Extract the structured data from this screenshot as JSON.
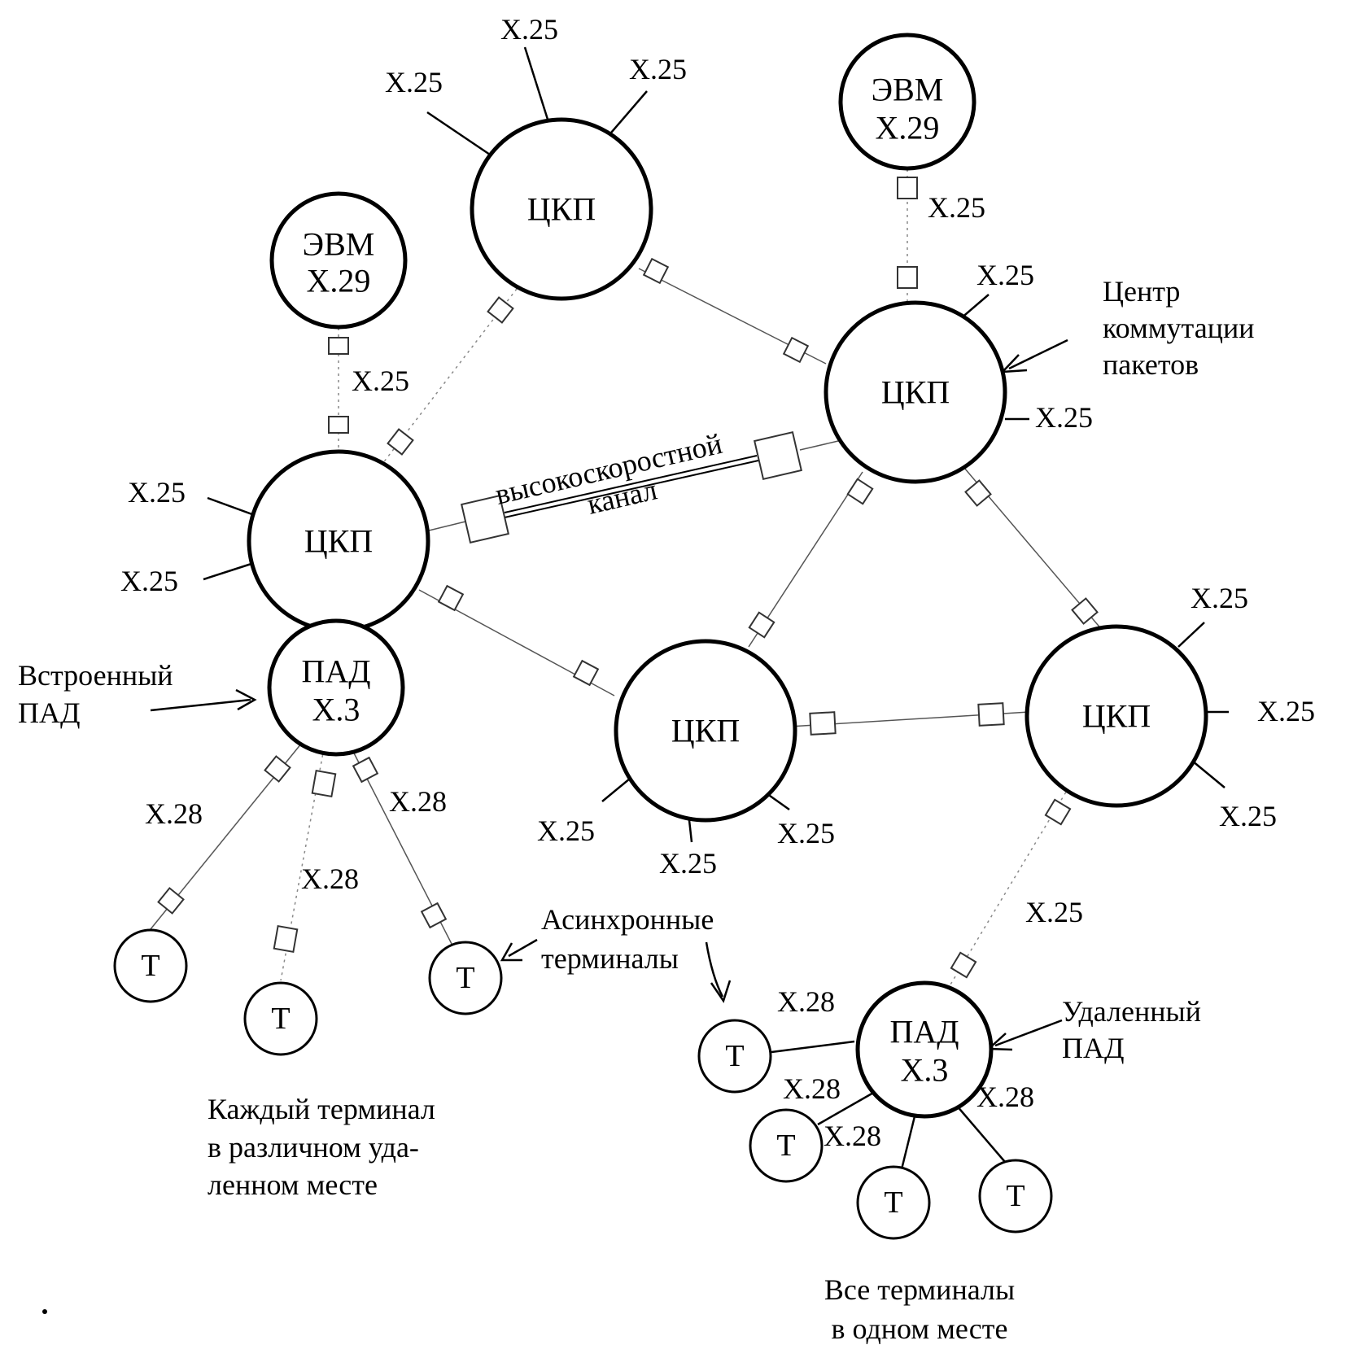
{
  "nodes": {
    "cpc_top": "ЦКП",
    "cpc_right": "ЦКП",
    "cpc_left": "ЦКП",
    "cpc_bottom_middle": "ЦКП",
    "cpc_bottom_right": "ЦКП",
    "host_left": {
      "line1": "ЭВМ",
      "line2": "X.29"
    },
    "host_right": {
      "line1": "ЭВМ",
      "line2": "X.29"
    },
    "pad_builtin": {
      "line1": "ПАД",
      "line2": "X.3"
    },
    "pad_remote": {
      "line1": "ПАД",
      "line2": "X.3"
    },
    "terminal": "Т"
  },
  "protocols": {
    "x25": "X.25",
    "x28": "X.28"
  },
  "annotations": {
    "center_line1": "Центр",
    "center_line2": "коммутации",
    "center_line3": "пакетов",
    "builtin_line1": "Встроенный",
    "builtin_line2": "ПАД",
    "async_line1": "Асинхронные",
    "async_line2": "терминалы",
    "remote_line1": "Удаленный",
    "remote_line2": "ПАД",
    "each_line1": "Каждый терминал",
    "each_line2": "в различном уда-",
    "each_line3": "ленном месте",
    "all_line1": "Все терминалы",
    "all_line2": "в одном месте",
    "hs_line1": "высокоскоростной",
    "hs_line2": "канал"
  }
}
